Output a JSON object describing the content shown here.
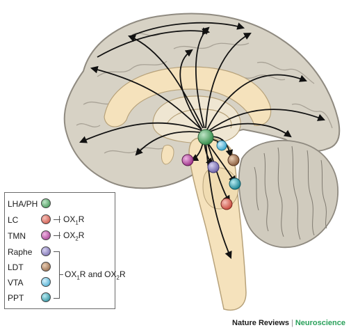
{
  "legend": {
    "items": [
      {
        "label": "LHA/PH",
        "color": "#3e9a55"
      },
      {
        "label": "LC",
        "color": "#d9574a"
      },
      {
        "label": "TMN",
        "color": "#b03a9a"
      },
      {
        "label": "Raphe",
        "color": "#7e72b8"
      },
      {
        "label": "LDT",
        "color": "#9a6a48"
      },
      {
        "label": "VTA",
        "color": "#4ab6dc"
      },
      {
        "label": "PPT",
        "color": "#1e98a8"
      }
    ],
    "receptors": [
      {
        "main": "OX",
        "sub": "1",
        "tail": "R"
      },
      {
        "main": "OX",
        "sub": "2",
        "tail": "R"
      },
      {
        "main": "OX",
        "sub": "1",
        "mid": "R and OX",
        "sub2": "2",
        "tail": "R"
      }
    ]
  },
  "credit": {
    "journal": "Nature Reviews",
    "separator": "|",
    "topic": "Neuroscience"
  },
  "colors": {
    "cortex": "#d7d2c5",
    "cortex_outline": "#8f8a80",
    "inner_tissue": "#f5e2bc",
    "cerebellum": "#d0cbbe",
    "arrow": "#111111"
  }
}
